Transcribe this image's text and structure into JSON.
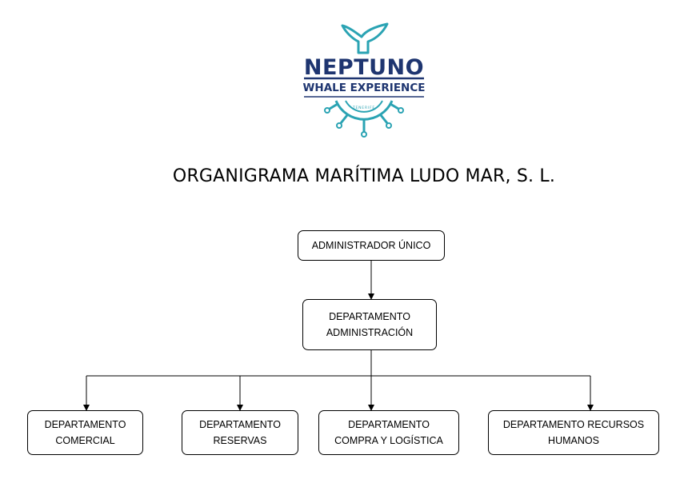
{
  "logo": {
    "brand": "NEPTUNO",
    "tagline": "WHALE EXPERIENCE",
    "place": "TENERIFE",
    "colors": {
      "navy": "#1e3570",
      "teal": "#2aa3b3"
    }
  },
  "title": "ORGANIGRAMA MARÍTIMA LUDO MAR, S. L.",
  "chart": {
    "root": {
      "line1": "ADMINISTRADOR ÚNICO"
    },
    "admin": {
      "line1": "DEPARTAMENTO",
      "line2": "ADMINISTRACIÓN"
    },
    "departments": [
      {
        "line1": "DEPARTAMENTO",
        "line2": "COMERCIAL"
      },
      {
        "line1": "DEPARTAMENTO",
        "line2": "RESERVAS"
      },
      {
        "line1": "DEPARTAMENTO",
        "line2": "COMPRA Y LOGÍSTICA"
      },
      {
        "line1": "DEPARTAMENTO RECURSOS",
        "line2": "HUMANOS"
      }
    ]
  }
}
